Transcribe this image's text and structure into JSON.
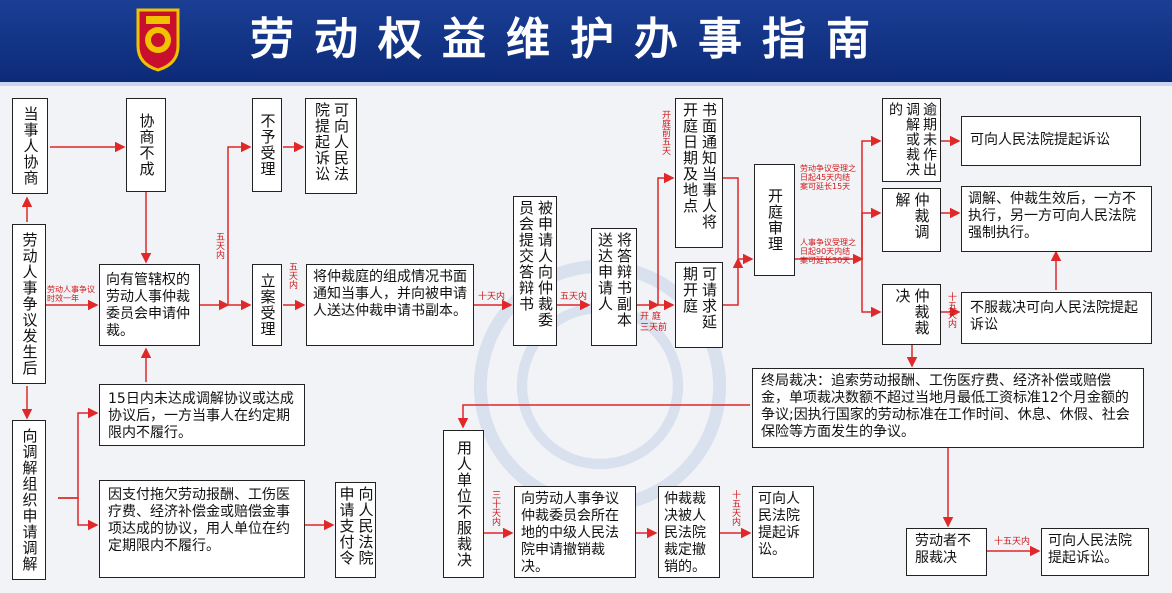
{
  "header": {
    "title": "劳动权益维护办事指南"
  },
  "boxes": {
    "dangshi_xieshang": "当事人协商",
    "xieshang_bucheng": "协商不成",
    "buyu_shouli": "不予受理",
    "ke_qisu_1": "可向人民法院提起诉讼",
    "zhengyi_fasheng": "劳动人事争议发生后",
    "tiaojie_shenqing": "向调解组织申请调解",
    "shenqing_zhongcai": "向有管辖权的劳动人事仲裁委员会申请仲裁。",
    "lian_shouli": "立案受理",
    "shumian_tongzhi": "将仲裁庭的组成情况书面通知当事人，并向被申请人送达仲裁申请书副本。",
    "dabian_shu": "被申请人向仲裁委员会提交答辩书",
    "songda_fuben": "将答辩书副本送达申请人",
    "tongzhi_riqi": "书面通知当事人将开庭日期及地点",
    "yanqi_kaiting": "可请求延期开庭",
    "kaiting_shenli": "开庭审理",
    "yuqi_weizuochu": "逾期未作出调解或裁决的",
    "ke_qisu_2": "可向人民法院提起诉讼",
    "zhongcai_tiaojie": "仲裁调解",
    "tiaojie_shengxiao": "调解、仲裁生效后，一方不执行，另一方可向人民法院强制执行。",
    "zhongcai_caijue": "仲裁裁决",
    "bufu_caijue": "不服裁决可向人民法院提起诉讼",
    "zhongju_caijue": "终局裁决：追索劳动报酬、工伤医疗费、经济补偿或赔偿金，单项裁决数额不超过当地月最低工资标准12个月金额的争议;因执行国家的劳动标准在工作时间、休息、休假、社会保险等方面发生的争议。",
    "weida_xieyi": "15日内未达成调解协议或达成协议后，一方当事人在约定期限内不履行。",
    "tuoqian_baochou": "因支付拖欠劳动报酬、工伤医疗费、经济补偿金或赔偿金事项达成的协议，用人单位在约定期限内不履行。",
    "zhifu_ling": "向人民法院申请支付令",
    "danwei_bufu": "用人单位不服裁决",
    "chexiao_caijue": "向劳动人事争议仲裁委员会所在地的中级人民法院申请撤销裁决。",
    "caiding_chexiao": "仲裁裁决被人民法院裁定撤销的。",
    "ke_qisu_3": "可向人民法院提起诉讼。",
    "laodongzhe_bufu": "劳动者不服裁决",
    "ke_qisu_4": "可向人民法院提起诉讼。"
  },
  "labels": {
    "one_year": "劳动人事争议时效一年",
    "five_days_a": "五天内",
    "five_days_b": "五天内",
    "five_days_c": "五天内",
    "ten_days": "十天内",
    "kaiting_wutian": "开庭前五天",
    "kai_qian": "开 庭",
    "santianqian": "三天前",
    "laodong_45": "劳动争议受理之日起45天内结案可延长15天",
    "renshi_90": "人事争议受理之日起90天内结案可延长30天",
    "shiwu_a": "十五天内",
    "shiwu_b": "十五天内",
    "sanshi": "三十天内",
    "shiwu_c": "十五天内"
  },
  "colors": {
    "header_bg": "#14388c",
    "title_text": "#ffffff",
    "arrow": "#e02828",
    "label": "#d01818",
    "box_border": "#222222"
  }
}
